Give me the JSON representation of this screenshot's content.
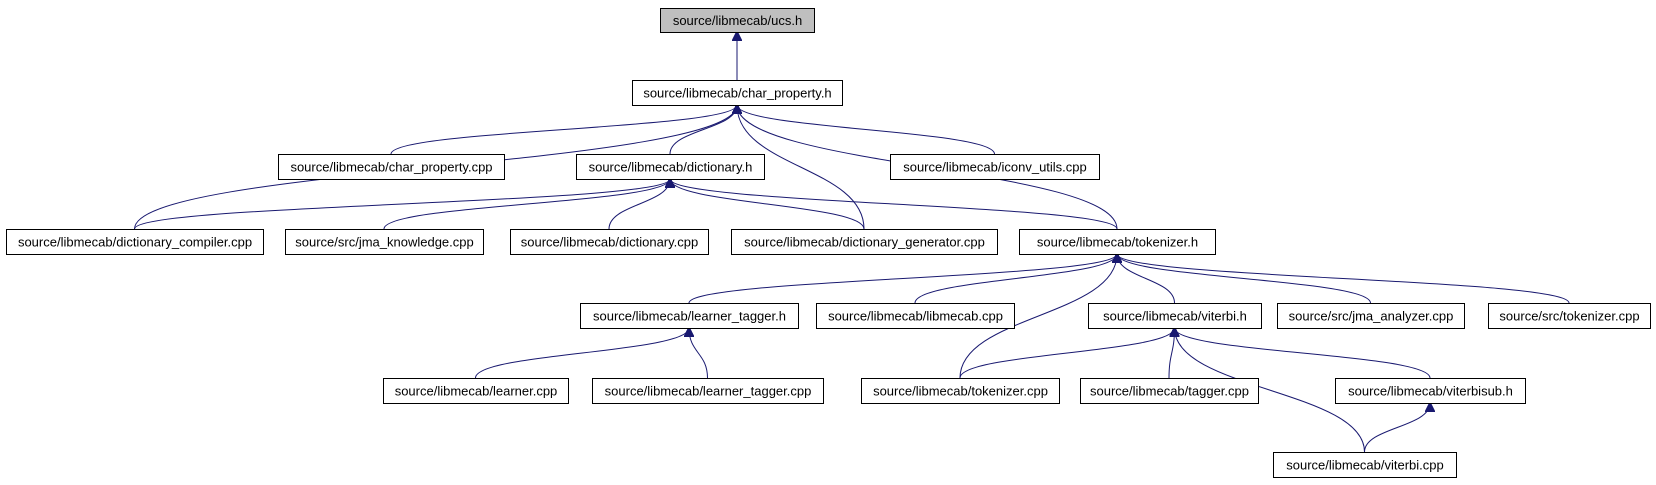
{
  "nodes": [
    {
      "id": "ucs_h",
      "label": "source/libmecab/ucs.h",
      "highlight": true
    },
    {
      "id": "char_property_h",
      "label": "source/libmecab/char_property.h"
    },
    {
      "id": "char_property_cpp",
      "label": "source/libmecab/char_property.cpp"
    },
    {
      "id": "dictionary_h",
      "label": "source/libmecab/dictionary.h"
    },
    {
      "id": "iconv_utils_cpp",
      "label": "source/libmecab/iconv_utils.cpp"
    },
    {
      "id": "dictionary_compiler_cpp",
      "label": "source/libmecab/dictionary_compiler.cpp"
    },
    {
      "id": "jma_knowledge_cpp",
      "label": "source/src/jma_knowledge.cpp"
    },
    {
      "id": "dictionary_cpp",
      "label": "source/libmecab/dictionary.cpp"
    },
    {
      "id": "dictionary_generator_cpp",
      "label": "source/libmecab/dictionary_generator.cpp"
    },
    {
      "id": "tokenizer_h",
      "label": "source/libmecab/tokenizer.h"
    },
    {
      "id": "learner_tagger_h",
      "label": "source/libmecab/learner_tagger.h"
    },
    {
      "id": "libmecab_cpp",
      "label": "source/libmecab/libmecab.cpp"
    },
    {
      "id": "viterbi_h",
      "label": "source/libmecab/viterbi.h"
    },
    {
      "id": "jma_analyzer_cpp",
      "label": "source/src/jma_analyzer.cpp"
    },
    {
      "id": "src_tokenizer_cpp",
      "label": "source/src/tokenizer.cpp"
    },
    {
      "id": "learner_cpp",
      "label": "source/libmecab/learner.cpp"
    },
    {
      "id": "learner_tagger_cpp",
      "label": "source/libmecab/learner_tagger.cpp"
    },
    {
      "id": "tokenizer_cpp",
      "label": "source/libmecab/tokenizer.cpp"
    },
    {
      "id": "tagger_cpp",
      "label": "source/libmecab/tagger.cpp"
    },
    {
      "id": "viterbisub_h",
      "label": "source/libmecab/viterbisub.h"
    },
    {
      "id": "viterbi_cpp",
      "label": "source/libmecab/viterbi.cpp"
    }
  ],
  "edges": [
    [
      "char_property_h",
      "ucs_h"
    ],
    [
      "char_property_cpp",
      "char_property_h"
    ],
    [
      "dictionary_h",
      "char_property_h"
    ],
    [
      "iconv_utils_cpp",
      "char_property_h"
    ],
    [
      "dictionary_compiler_cpp",
      "char_property_h"
    ],
    [
      "dictionary_generator_cpp",
      "char_property_h"
    ],
    [
      "tokenizer_h",
      "char_property_h"
    ],
    [
      "dictionary_compiler_cpp",
      "dictionary_h"
    ],
    [
      "jma_knowledge_cpp",
      "dictionary_h"
    ],
    [
      "dictionary_cpp",
      "dictionary_h"
    ],
    [
      "dictionary_generator_cpp",
      "dictionary_h"
    ],
    [
      "tokenizer_h",
      "dictionary_h"
    ],
    [
      "learner_tagger_h",
      "tokenizer_h"
    ],
    [
      "libmecab_cpp",
      "tokenizer_h"
    ],
    [
      "tokenizer_cpp",
      "tokenizer_h"
    ],
    [
      "viterbi_h",
      "tokenizer_h"
    ],
    [
      "jma_analyzer_cpp",
      "tokenizer_h"
    ],
    [
      "src_tokenizer_cpp",
      "tokenizer_h"
    ],
    [
      "learner_cpp",
      "learner_tagger_h"
    ],
    [
      "learner_tagger_cpp",
      "learner_tagger_h"
    ],
    [
      "tokenizer_cpp",
      "viterbi_h"
    ],
    [
      "tagger_cpp",
      "viterbi_h"
    ],
    [
      "viterbisub_h",
      "viterbi_h"
    ],
    [
      "viterbi_cpp",
      "viterbi_h"
    ],
    [
      "viterbi_cpp",
      "viterbisub_h"
    ]
  ],
  "colors": {
    "edge": "#191970",
    "node_border": "#000000",
    "node_fill": "#ffffff",
    "highlight_fill": "#bfbfbf"
  }
}
